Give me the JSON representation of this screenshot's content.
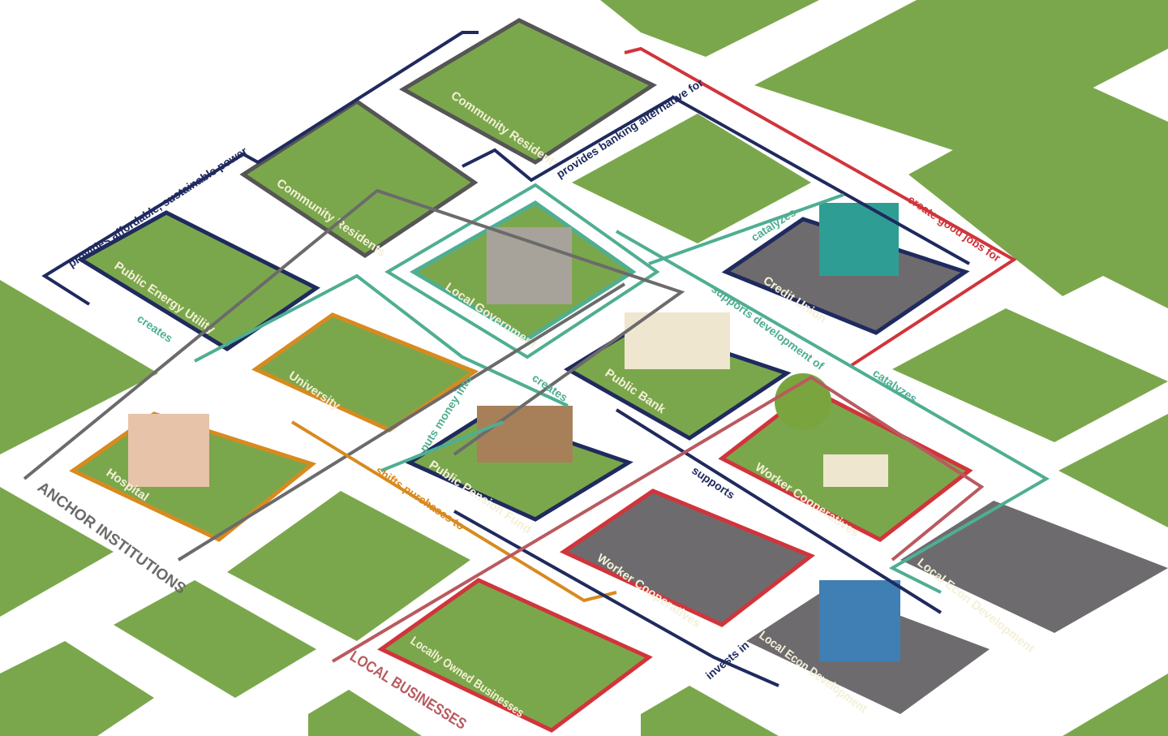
{
  "colors": {
    "grass": "#7ba74c",
    "navy": "#1f2a5e",
    "teal": "#4fae92",
    "red": "#d1343b",
    "orange": "#d88a1f",
    "gray": "#6b6b6b",
    "dusty_red": "#b95a5f",
    "asphalt": "#6e6b6e"
  },
  "tiles": {
    "community_residents_houses": "Community Residents",
    "community_residents_apartments": "Community Residents",
    "public_energy_utility": "Public Energy Utility",
    "local_government": "Local Government",
    "university": "University",
    "hospital": "Hospital",
    "public_bank": "Public Bank",
    "credit_union": "Credit Union",
    "public_pension_fund": "Public Pension Fund",
    "worker_cooperatives_1": "Worker Cooperatives",
    "worker_cooperatives_2": "Worker Cooperatives",
    "local_econ_development_1": "Local Econ Development",
    "local_econ_development_2": "Local Econ Development",
    "locally_owned_businesses": "Locally Owned Businesses"
  },
  "connectors": {
    "provides_power": "provides affordable, sustainable power",
    "provides_banking": "provides banking alternative for",
    "create_jobs": "create good jobs for",
    "catalyzes_1": "catalyzes",
    "supports_development": "supports development of",
    "creates_1": "creates",
    "creates_2": "creates",
    "catalyzes_2": "catalyzes",
    "puts_money": "puts money into",
    "shifts_purchases": "shifts purchases to",
    "supports": "supports",
    "invests_in": "invests in"
  },
  "groups": {
    "anchor": "ANCHOR INSTITUTIONS",
    "local_businesses": "LOCAL BUSINESSES"
  }
}
